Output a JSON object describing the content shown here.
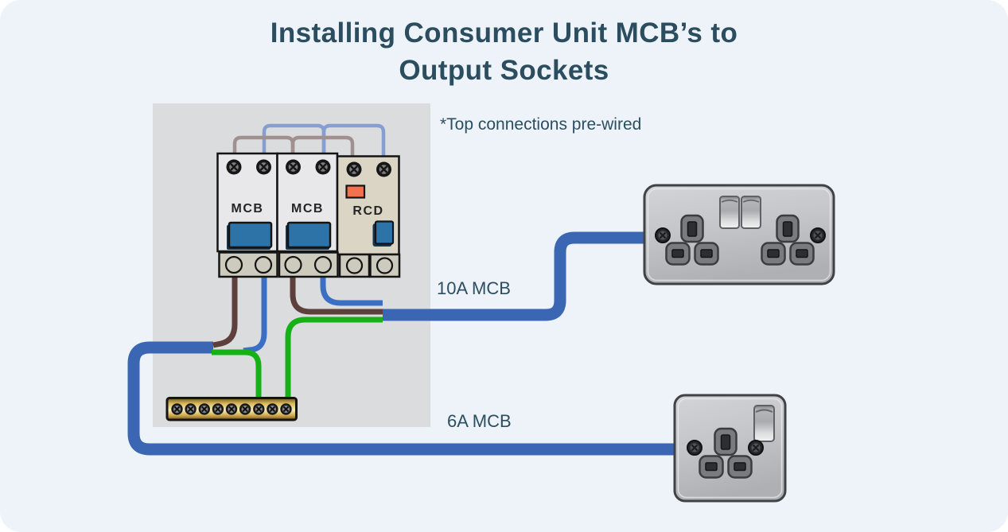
{
  "page": {
    "background": "#edf3f8"
  },
  "title": {
    "line1": "Installing Consumer Unit MCB’s to",
    "line2": "Output Sockets",
    "color": "#2b4d5f"
  },
  "note": {
    "text": "*Top connections pre-wired"
  },
  "consumer_unit": {
    "modules": [
      {
        "label": "MCB"
      },
      {
        "label": "MCB"
      },
      {
        "label": "RCD"
      }
    ],
    "earth_bar_screws": 9
  },
  "circuits": [
    {
      "label": "10A MCB"
    },
    {
      "label": "6A MCB"
    }
  ],
  "colors": {
    "cable_blue": "#3a66b4",
    "wire_brown": "#5d3f3b",
    "wire_blue": "#3b6fc4",
    "wire_green": "#16b116",
    "prewire_brown": "#9c8a8a",
    "prewire_blue": "#7f99cf",
    "mcb_switch_blue": "#2e73a7",
    "rcd_indicator_orange": "#f3714e",
    "earth_bar_brass": "#d9b85c",
    "panel_grey": "#dbdcdd",
    "socket_grey": "#c3c5c8"
  }
}
